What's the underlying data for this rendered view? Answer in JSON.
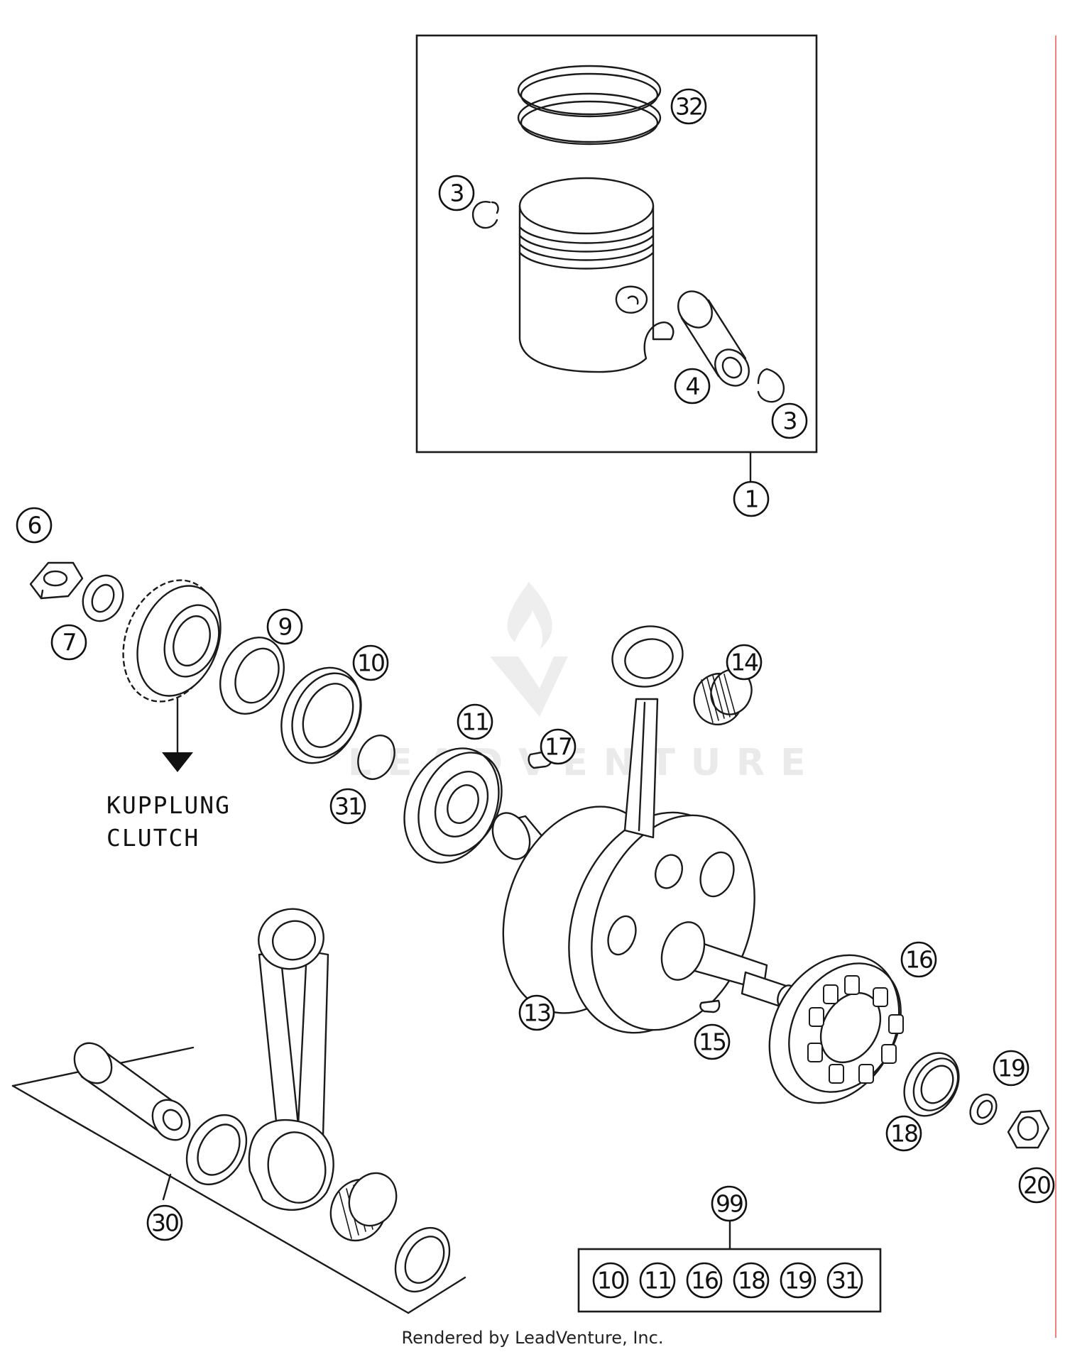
{
  "diagram": {
    "watermark": "LEADVENTURE",
    "annotation": {
      "line1": "KUPPLUNG",
      "line2": "CLUTCH"
    },
    "footer": "Rendered by LeadVenture, Inc.",
    "callouts": {
      "piston_kit": "1",
      "piston_circlip_left": "3",
      "piston_circlip_right": "3",
      "piston_pin": "4",
      "nut": "6",
      "lock_washer": "7",
      "spacer": "9",
      "shaft_seal": "10",
      "bearing_left": "11",
      "crankshaft": "13",
      "needle_bearing": "14",
      "woodruff_key_right": "15",
      "bearing_right": "16",
      "woodruff_key_left": "17",
      "washer_right": "18",
      "lock_washer_right": "19",
      "nut_right": "20",
      "conrod_kit": "30",
      "o_ring": "31",
      "piston_ring_set": "32",
      "bearing_kit": "99"
    },
    "kit_99_contents": [
      "10",
      "11",
      "16",
      "18",
      "19",
      "31"
    ]
  }
}
